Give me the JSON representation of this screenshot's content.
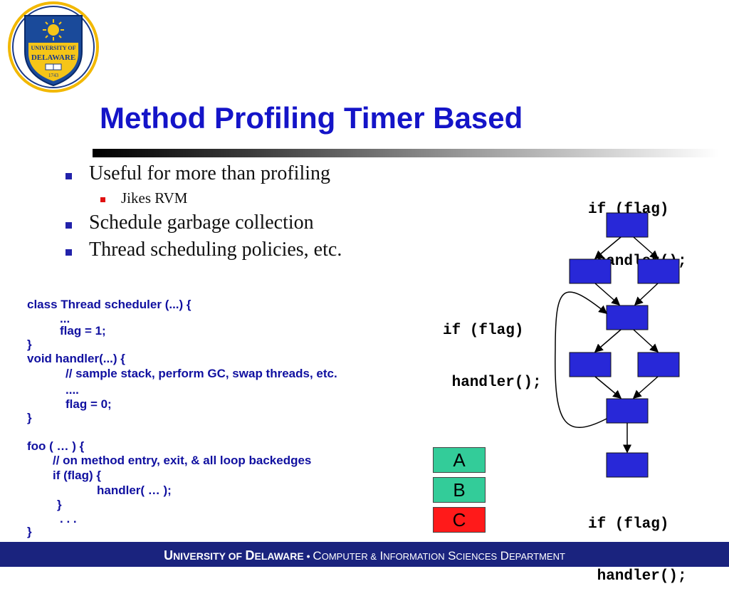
{
  "logo": {
    "text_top": "UNIVERSITY OF",
    "text_main": "DELAWARE",
    "year": "1743"
  },
  "title": "Method Profiling Timer Based",
  "bullets": [
    {
      "level": 1,
      "text": "Useful for more than profiling"
    },
    {
      "level": 2,
      "text": "Jikes RVM"
    },
    {
      "level": 1,
      "text": "Schedule garbage collection"
    },
    {
      "level": 1,
      "text": "Thread scheduling policies, etc."
    }
  ],
  "code_lines": [
    "class Thread scheduler (...) {",
    "...",
    "flag = 1;",
    "}",
    "void handler(...) {",
    "// sample stack, perform GC, swap threads, etc.",
    "....",
    "flag = 0;",
    "}",
    "foo ( … ) {",
    "// on method entry, exit, & all loop backedges",
    "if (flag) {",
    "handler( … );",
    "}",
    ". . .",
    "}"
  ],
  "flag_snippets": [
    {
      "line1": "if (flag)",
      "line2": " handler();"
    },
    {
      "line1": "if (flag)",
      "line2": " handler();"
    },
    {
      "line1": "if (flag)",
      "line2": " handler();"
    }
  ],
  "labels": [
    {
      "text": "A",
      "color": "#33cc99"
    },
    {
      "text": "B",
      "color": "#33cc99"
    },
    {
      "text": "C",
      "color": "#ff1a1a"
    }
  ],
  "footer": {
    "u_big": "U",
    "u_rest": "NIVERSITY OF",
    "d_big": "D",
    "d_rest": "ELAWARE",
    "sep": " • ",
    "c_big": "C",
    "c_rest": "OMPUTER &",
    "i_big": "I",
    "i_rest": "NFORMATION",
    "s_big": "S",
    "s_rest": "CIENCES",
    "dept_big": "D",
    "dept_rest": "EPARTMENT"
  },
  "colors": {
    "title": "#1414c8",
    "code": "#1010a0",
    "node_fill": "#2828d8",
    "footer_bg": "#1a237e"
  }
}
